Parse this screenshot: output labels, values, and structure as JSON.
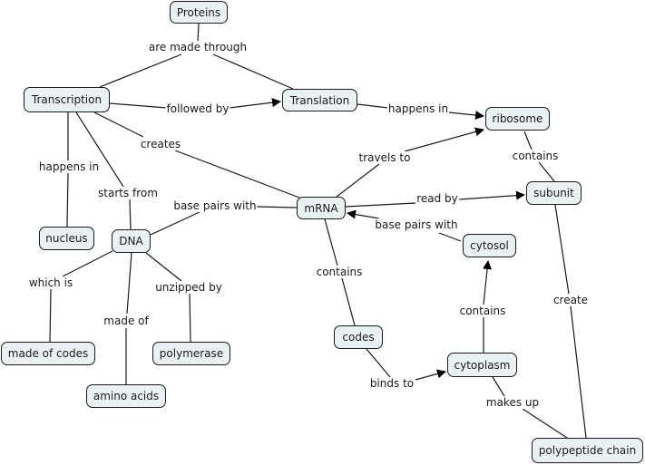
{
  "concept_map": {
    "nodes": [
      {
        "id": "proteins",
        "label": "Proteins"
      },
      {
        "id": "transcription",
        "label": "Transcription"
      },
      {
        "id": "translation",
        "label": "Translation"
      },
      {
        "id": "ribosome",
        "label": "ribosome"
      },
      {
        "id": "subunit",
        "label": "subunit"
      },
      {
        "id": "mrna",
        "label": "mRNA"
      },
      {
        "id": "nucleus",
        "label": "nucleus"
      },
      {
        "id": "dna",
        "label": "DNA"
      },
      {
        "id": "cytosol",
        "label": "cytosol"
      },
      {
        "id": "made_of_codes",
        "label": "made of codes"
      },
      {
        "id": "polymerase",
        "label": "polymerase"
      },
      {
        "id": "codes",
        "label": "codes"
      },
      {
        "id": "cytoplasm",
        "label": "cytoplasm"
      },
      {
        "id": "amino_acids",
        "label": "amino acids"
      },
      {
        "id": "polypeptide_chain",
        "label": "polypeptide chain"
      }
    ],
    "links": [
      {
        "label": "are made through",
        "from": "proteins",
        "to": [
          "transcription",
          "translation"
        ],
        "arrow": false
      },
      {
        "label": "followed by",
        "from": "transcription",
        "to": [
          "translation"
        ],
        "arrow": true
      },
      {
        "label": "creates",
        "from": "transcription",
        "to": [
          "mrna"
        ],
        "arrow": false
      },
      {
        "label": "happens in",
        "from": "transcription",
        "to": [
          "nucleus"
        ],
        "arrow": false
      },
      {
        "label": "starts from",
        "from": "transcription",
        "to": [
          "dna"
        ],
        "arrow": false
      },
      {
        "label": "happens in",
        "from": "translation",
        "to": [
          "ribosome"
        ],
        "arrow": true
      },
      {
        "label": "travels to",
        "from": "mrna",
        "to": [
          "ribosome"
        ],
        "arrow": true
      },
      {
        "label": "contains",
        "from": "ribosome",
        "to": [
          "subunit"
        ],
        "arrow": false
      },
      {
        "label": "read by",
        "from": "mrna",
        "to": [
          "subunit"
        ],
        "arrow": true
      },
      {
        "label": "base pairs with",
        "from": "mrna",
        "to": [
          "dna"
        ],
        "arrow": false
      },
      {
        "label": "base pairs with",
        "from": "cytosol",
        "to": [
          "mrna"
        ],
        "arrow": true
      },
      {
        "label": "contains",
        "from": "mrna",
        "to": [
          "codes"
        ],
        "arrow": false
      },
      {
        "label": "which is",
        "from": "dna",
        "to": [
          "made_of_codes"
        ],
        "arrow": false
      },
      {
        "label": "made of",
        "from": "dna",
        "to": [
          "amino_acids"
        ],
        "arrow": false
      },
      {
        "label": "unzipped by",
        "from": "dna",
        "to": [
          "polymerase"
        ],
        "arrow": false
      },
      {
        "label": "binds to",
        "from": "codes",
        "to": [
          "cytoplasm"
        ],
        "arrow": true
      },
      {
        "label": "contains",
        "from": "cytoplasm",
        "to": [
          "cytosol"
        ],
        "arrow": true
      },
      {
        "label": "makes up",
        "from": "cytoplasm",
        "to": [
          "polypeptide_chain"
        ],
        "arrow": false
      },
      {
        "label": "create",
        "from": "subunit",
        "to": [
          "polypeptide_chain"
        ],
        "arrow": false
      }
    ]
  }
}
